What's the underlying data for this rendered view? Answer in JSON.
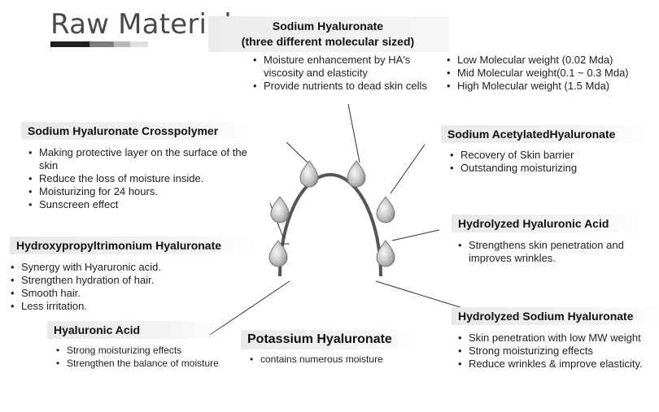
{
  "title": "Raw Material",
  "colors": {
    "bar": [
      "#1e1e1e",
      "#7c7c7c",
      "#b8b8b8",
      "#dedede"
    ],
    "ring": "#555555",
    "drop": "#bdbdbd"
  },
  "sections": {
    "sodium_hyaluronate": {
      "title_line1": "Sodium Hyaluronate",
      "title_line2": "(three different molecular sized)",
      "bullets_left": [
        "Moisture enhancement by HA's viscosity and elasticity",
        "Provide nutrients to dead skin cells"
      ],
      "bullets_right": [
        "Low Molecular weight (0.02 Mda)",
        "Mid Molecular weight(0.1 ~ 0.3 Mda)",
        "High Molecular weight (1.5 Mda)"
      ]
    },
    "crosspolymer": {
      "title": "Sodium Hyaluronate Crosspolymer",
      "bullets": [
        "Making protective layer on the surface of the skin",
        "Reduce the loss of moisture inside.",
        "Moisturizing for 24 hours.",
        "Sunscreen effect"
      ]
    },
    "acetylated": {
      "title": "Sodium AcetylatedHyaluronate",
      "bullets": [
        "Recovery of Skin barrier",
        "Outstanding moisturizing"
      ]
    },
    "hydrolyzed_acid": {
      "title": "Hydrolyzed Hyaluronic Acid",
      "bullets": [
        "Strengthens skin penetration and improves wrinkles."
      ]
    },
    "hydroxypropyl": {
      "title": "Hydroxypropyltrimonium Hyaluronate",
      "bullets": [
        "Synergy with Hyaruronic acid.",
        "Strengthen hydration of hair.",
        "Smooth hair.",
        "Less irritation."
      ]
    },
    "hyaluronic_acid": {
      "title": "Hyaluronic Acid",
      "bullets": [
        "Strong moisturizing effects",
        "Strengthen the balance of moisture"
      ]
    },
    "potassium": {
      "title": "Potassium Hyaluronate",
      "bullets": [
        "contains numerous moisture"
      ]
    },
    "hydrolyzed_sodium": {
      "title": "Hydrolyzed Sodium Hyaluronate",
      "bullets": [
        "Skin penetration with low MW weight",
        "Strong moisturizing effects",
        "Reduce wrinkles & improve elasticity."
      ]
    }
  }
}
